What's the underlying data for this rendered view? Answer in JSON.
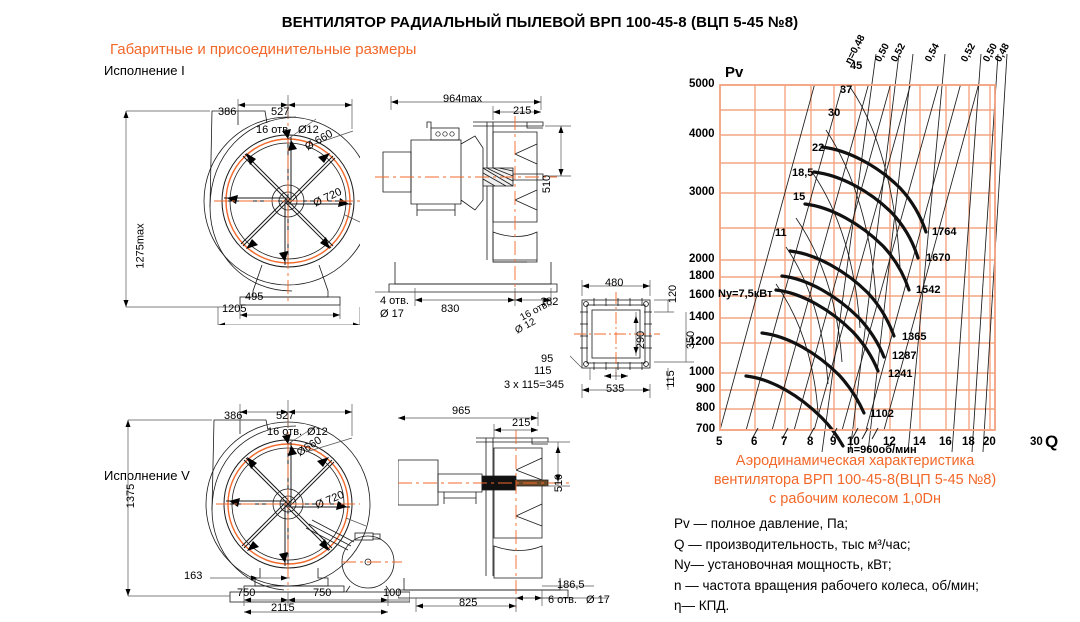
{
  "header": {
    "title": "ВЕНТИЛЯТОР РАДИАЛЬНЫЙ ПЫЛЕВОЙ ВРП 100-45-8 (ВЦП 5-45 №8)",
    "subtitle": "Габаритные и присоединительные размеры"
  },
  "views": {
    "view1_label": "Исполнение I",
    "view5_label": "Исполнение V"
  },
  "drawing_i_front": {
    "d386": "386",
    "d527": "527",
    "holes": "16 отв.",
    "holes_dia": "Ø12",
    "d660": "Ø 660",
    "d720": "Ø 720",
    "h1275": "1275max",
    "d495": "495",
    "d1205": "1205"
  },
  "drawing_i_side": {
    "d964": "964max",
    "d215": "215",
    "d510": "510",
    "holes4": "4 отв.",
    "holes4_dia": "Ø 17",
    "d830": "830",
    "d182": "182"
  },
  "drawing_i_flange": {
    "d480": "480",
    "d120": "120",
    "d290": "290",
    "d350": "350",
    "d115b": "115",
    "d535": "535",
    "d95": "95",
    "d115": "115",
    "d345": "3 x 115=345",
    "holes16": "16 отв.",
    "holes16_dia": "Ø 12"
  },
  "drawing_v_front": {
    "d386": "386",
    "d527": "527",
    "holes": "16 отв.",
    "holes_dia": "Ø12",
    "d660": "Ø660",
    "d720": "Ø 720",
    "h1375": "1375",
    "d163": "163",
    "d750a": "750",
    "d750b": "750",
    "d2115": "2115",
    "d100": "100"
  },
  "drawing_v_side": {
    "d965": "965",
    "d215": "215",
    "d510": "510",
    "d825": "825",
    "d1865": "186,5",
    "holes6": "6 отв.",
    "holes6_dia": "Ø 17"
  },
  "legend": {
    "title_line1": "Аэродинамическая характеристика",
    "title_line2": "вентилятора  ВРП 100-45-8(ВЦП 5-45 №8)",
    "title_line3": "с рабочим колесом 1,0Dн",
    "items": [
      "Pv — полное давление, Па;",
      "Q  — производительность, тыс м³/час;",
      "Ny— установочная мощность, кВт;",
      "n — частота вращения рабочего колеса,  об/мин;",
      "η— КПД."
    ]
  },
  "chart_data": {
    "type": "line",
    "title": "Аэродинамическая характеристика вентилятора ВРП 100-45-8 (ВЦП 5-45 №8) с рабочим колесом 1,0Dн",
    "xlabel": "Q",
    "ylabel": "Pv",
    "xlabel_units": "тыс м³/час",
    "ylabel_units": "Па",
    "xscale": "log",
    "yscale": "log",
    "xlim": [
      5,
      30
    ],
    "ylim": [
      700,
      5000
    ],
    "xticks": [
      5,
      6,
      7,
      8,
      9,
      10,
      12,
      14,
      16,
      18,
      20,
      30
    ],
    "xticklabels": [
      "5",
      "6",
      "7",
      "8",
      "9",
      "10",
      "12",
      "14",
      "16",
      "18",
      "20",
      "30"
    ],
    "yticks": [
      700,
      800,
      900,
      1000,
      1200,
      1400,
      1600,
      1800,
      2000,
      3000,
      4000,
      5000
    ],
    "yticklabels": [
      "700",
      "800",
      "900",
      "1000",
      "1200",
      "1400",
      "1600",
      "1800",
      "2000",
      "3000",
      "4000",
      "5000"
    ],
    "grid": true,
    "grid_color": "#F4A582",
    "legend_position": "below",
    "speed_curves": [
      {
        "name": "1764",
        "label": "1764",
        "n_rpm": 1764,
        "points": [
          [
            8.6,
            3850
          ],
          [
            10.0,
            3760
          ],
          [
            11.6,
            3600
          ],
          [
            13.3,
            3330
          ],
          [
            15.0,
            2960
          ],
          [
            16.3,
            2630
          ]
        ]
      },
      {
        "name": "1670",
        "label": "1670",
        "n_rpm": 1670,
        "points": [
          [
            8.2,
            3450
          ],
          [
            9.5,
            3380
          ],
          [
            11.0,
            3230
          ],
          [
            12.6,
            2980
          ],
          [
            14.2,
            2660
          ],
          [
            15.6,
            2390
          ]
        ]
      },
      {
        "name": "1542",
        "label": "1542",
        "n_rpm": 1542,
        "points": [
          [
            7.6,
            2960
          ],
          [
            8.8,
            2900
          ],
          [
            10.2,
            2770
          ],
          [
            11.7,
            2550
          ],
          [
            13.2,
            2280
          ],
          [
            14.5,
            2040
          ]
        ]
      },
      {
        "name": "1365",
        "label": "1365",
        "n_rpm": 1365,
        "points": [
          [
            6.7,
            2320
          ],
          [
            7.8,
            2270
          ],
          [
            9.0,
            2170
          ],
          [
            10.3,
            2000
          ],
          [
            11.7,
            1790
          ],
          [
            12.9,
            1600
          ]
        ]
      },
      {
        "name": "1287",
        "label": "1287",
        "n_rpm": 1287,
        "points": [
          [
            6.4,
            2060
          ],
          [
            7.4,
            2020
          ],
          [
            8.5,
            1930
          ],
          [
            9.8,
            1780
          ],
          [
            11.0,
            1590
          ],
          [
            12.2,
            1420
          ]
        ]
      },
      {
        "name": "1241",
        "label": "1241",
        "n_rpm": 1241,
        "points": [
          [
            6.1,
            1920
          ],
          [
            7.1,
            1880
          ],
          [
            8.2,
            1795
          ],
          [
            9.4,
            1655
          ],
          [
            10.6,
            1480
          ],
          [
            11.7,
            1330
          ]
        ]
      },
      {
        "name": "1102",
        "label": "1102",
        "n_rpm": 1102,
        "points": [
          [
            5.5,
            1510
          ],
          [
            6.3,
            1480
          ],
          [
            7.3,
            1415
          ],
          [
            8.4,
            1305
          ],
          [
            9.5,
            1165
          ],
          [
            10.5,
            1045
          ]
        ]
      },
      {
        "name": "960",
        "label": "n=960об/мин",
        "n_rpm": 960,
        "points": [
          [
            4.9,
            1140
          ],
          [
            5.6,
            1120
          ],
          [
            6.5,
            1070
          ],
          [
            7.5,
            985
          ],
          [
            8.5,
            880
          ],
          [
            9.4,
            790
          ]
        ]
      }
    ],
    "power_lines": [
      {
        "label": "Ny=7,5кВт",
        "kw": 7.5
      },
      {
        "label": "11",
        "kw": 11
      },
      {
        "label": "15",
        "kw": 15
      },
      {
        "label": "18,5",
        "kw": 18.5
      },
      {
        "label": "22",
        "kw": 22
      },
      {
        "label": "30",
        "kw": 30
      },
      {
        "label": "37",
        "kw": 37
      },
      {
        "label": "45",
        "kw": 45
      }
    ],
    "efficiency_lines": [
      {
        "label": "η=0,48",
        "value": 0.48
      },
      {
        "label": "0,50",
        "value": 0.5
      },
      {
        "label": "0,52",
        "value": 0.52
      },
      {
        "label": "0,54",
        "value": 0.54
      },
      {
        "label": "0,52",
        "value": 0.52
      },
      {
        "label": "0,50",
        "value": 0.5
      },
      {
        "label": "0,48",
        "value": 0.48
      }
    ]
  }
}
